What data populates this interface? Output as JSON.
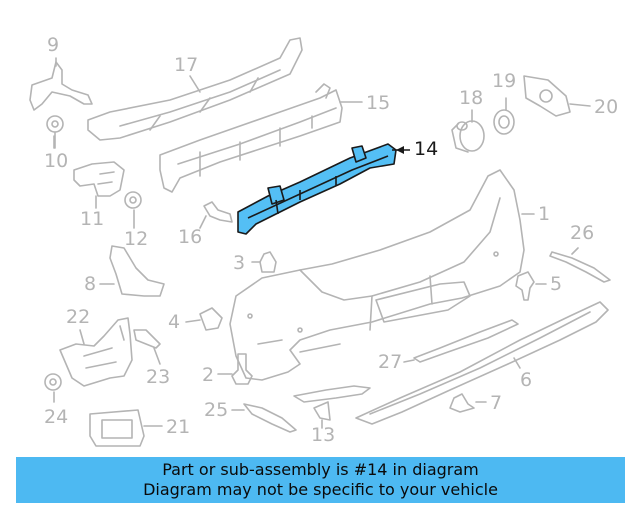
{
  "diagram": {
    "callouts": [
      {
        "id": "9",
        "label": "9"
      },
      {
        "id": "17",
        "label": "17"
      },
      {
        "id": "15",
        "label": "15"
      },
      {
        "id": "18",
        "label": "18"
      },
      {
        "id": "19",
        "label": "19"
      },
      {
        "id": "20",
        "label": "20"
      },
      {
        "id": "10",
        "label": "10"
      },
      {
        "id": "14",
        "label": "14"
      },
      {
        "id": "11",
        "label": "11"
      },
      {
        "id": "12",
        "label": "12"
      },
      {
        "id": "16",
        "label": "16"
      },
      {
        "id": "1",
        "label": "1"
      },
      {
        "id": "26",
        "label": "26"
      },
      {
        "id": "3",
        "label": "3"
      },
      {
        "id": "8",
        "label": "8"
      },
      {
        "id": "5",
        "label": "5"
      },
      {
        "id": "22",
        "label": "22"
      },
      {
        "id": "4",
        "label": "4"
      },
      {
        "id": "23",
        "label": "23"
      },
      {
        "id": "27",
        "label": "27"
      },
      {
        "id": "2",
        "label": "2"
      },
      {
        "id": "6",
        "label": "6"
      },
      {
        "id": "24",
        "label": "24"
      },
      {
        "id": "25",
        "label": "25"
      },
      {
        "id": "7",
        "label": "7"
      },
      {
        "id": "13",
        "label": "13"
      },
      {
        "id": "21",
        "label": "21"
      }
    ],
    "highlight_part": "14",
    "colors": {
      "highlight_fill": "#54bff5",
      "parts_stroke": "#b4b4b4",
      "banner": "#4db9f2"
    }
  },
  "banner": {
    "line1": "Part or sub-assembly is #14 in diagram",
    "line2": "Diagram may not be specific to your vehicle"
  }
}
